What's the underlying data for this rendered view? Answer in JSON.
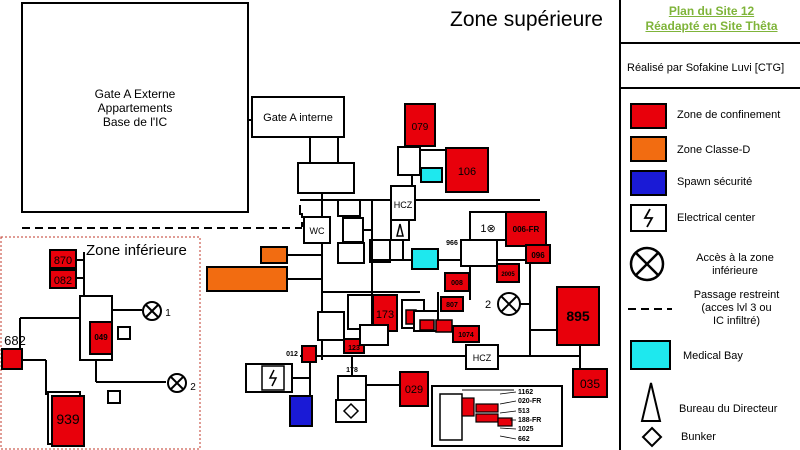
{
  "headers": {
    "upper_zone": "Zone supérieure",
    "lower_zone": "Zone inférieure",
    "plan_title_1": "Plan du Site 12",
    "plan_title_2": "Réadapté en Site Thêta",
    "author": "Réalisé par Sofakine Luvi [CTG]"
  },
  "colors": {
    "containment": "#e8000b",
    "class_d": "#f26c11",
    "security_spawn": "#1a1ad6",
    "medical_bay": "#1ee8ee",
    "plan_title": "#7fb43a"
  },
  "legend": [
    {
      "key": "containment",
      "label": "Zone de confinement",
      "icon": "red-square"
    },
    {
      "key": "class_d",
      "label": "Zone Classe-D",
      "icon": "orange-square"
    },
    {
      "key": "security_spawn",
      "label": "Spawn sécurité",
      "icon": "blue-square"
    },
    {
      "key": "electrical",
      "label": "Electrical center",
      "icon": "lightning-icon"
    },
    {
      "key": "lower_access",
      "label_lines": [
        "Accès à la zone",
        "inférieure"
      ],
      "icon": "crossed-circle-icon"
    },
    {
      "key": "restricted",
      "label_lines": [
        "Passage restreint",
        "(acces lvl 3 ou",
        "IC infiltré)"
      ],
      "icon": "dashed-line"
    },
    {
      "key": "medical_bay",
      "label": "Medical Bay",
      "icon": "cyan-square"
    },
    {
      "key": "director",
      "label": "Bureau du Directeur",
      "icon": "triangle-icon"
    },
    {
      "key": "bunker",
      "label": "Bunker",
      "icon": "diamond-icon"
    }
  ],
  "rooms": {
    "gate_a_external": [
      "Gate A Externe",
      "Appartements",
      "Base de l'IC"
    ],
    "gate_a_internal": "Gate A interne",
    "hcz": "HCZ",
    "wc": "WC",
    "r079": "079",
    "r106": "106",
    "r966": "966",
    "r006fr": "006-FR",
    "r096": "096",
    "r008": "008",
    "r2005": "2005",
    "r807": "807",
    "r895": "895",
    "r173": "173",
    "r1074": "1074",
    "r012": "012",
    "r123": "123",
    "r178": "178",
    "r029": "029",
    "r035": "035",
    "r870": "870",
    "r082": "082",
    "r049": "049",
    "r682": "682",
    "r939": "939",
    "r1162": "1162",
    "r020fr": "020-FR",
    "r513": "513",
    "r188fr": "188-FR",
    "r1025": "1025",
    "r662": "662",
    "r914": "1⊗",
    "access_1": "1",
    "access_2": "2"
  }
}
